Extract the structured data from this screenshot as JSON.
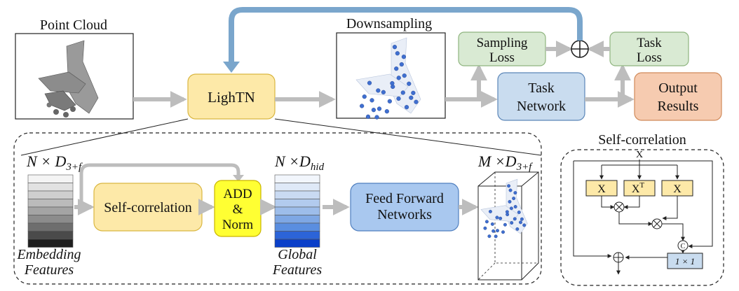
{
  "top": {
    "point_cloud_label": "Point Cloud",
    "downsampling_label": "Downsampling",
    "lightn_label": "LighTN",
    "sampling_loss": [
      "Sampling",
      "Loss"
    ],
    "task_loss": [
      "Task",
      "Loss"
    ],
    "task_network": [
      "Task",
      "Network"
    ],
    "output_results": [
      "Output",
      "Results"
    ]
  },
  "module": {
    "input_dim": {
      "base": "N × D",
      "sub": "3+f"
    },
    "hidden_dim": {
      "base": "N ×D",
      "sub": "hid"
    },
    "output_dim": {
      "base": "M ×D",
      "sub": "3+f"
    },
    "self_correlation_label": "Self-correlation",
    "add_norm": [
      "ADD",
      "&",
      "Norm"
    ],
    "ffn": [
      "Feed Forward",
      "Networks"
    ],
    "embedding_features": [
      "Embedding",
      "Features"
    ],
    "global_features": [
      "Global",
      "Features"
    ]
  },
  "detail": {
    "title": "Self-correlation",
    "input_x": "X",
    "box_x1": "X",
    "box_xt": "X",
    "box_xt_sup": "T",
    "box_x3": "X",
    "concat_symbol": "C",
    "conv_label": "1 × 1"
  },
  "colors": {
    "yellow_box": "#fde9a8",
    "yellow_add": "#ffff33",
    "green_box": "#d9ead3",
    "blue_box": "#c9dcef",
    "ffn_box": "#a9c8ef",
    "orange_box": "#f6cbb0",
    "feedback_arrow": "#7aa6cc",
    "flow_arrow": "#bdbdbd",
    "point_blue": "#3f6fd0"
  }
}
